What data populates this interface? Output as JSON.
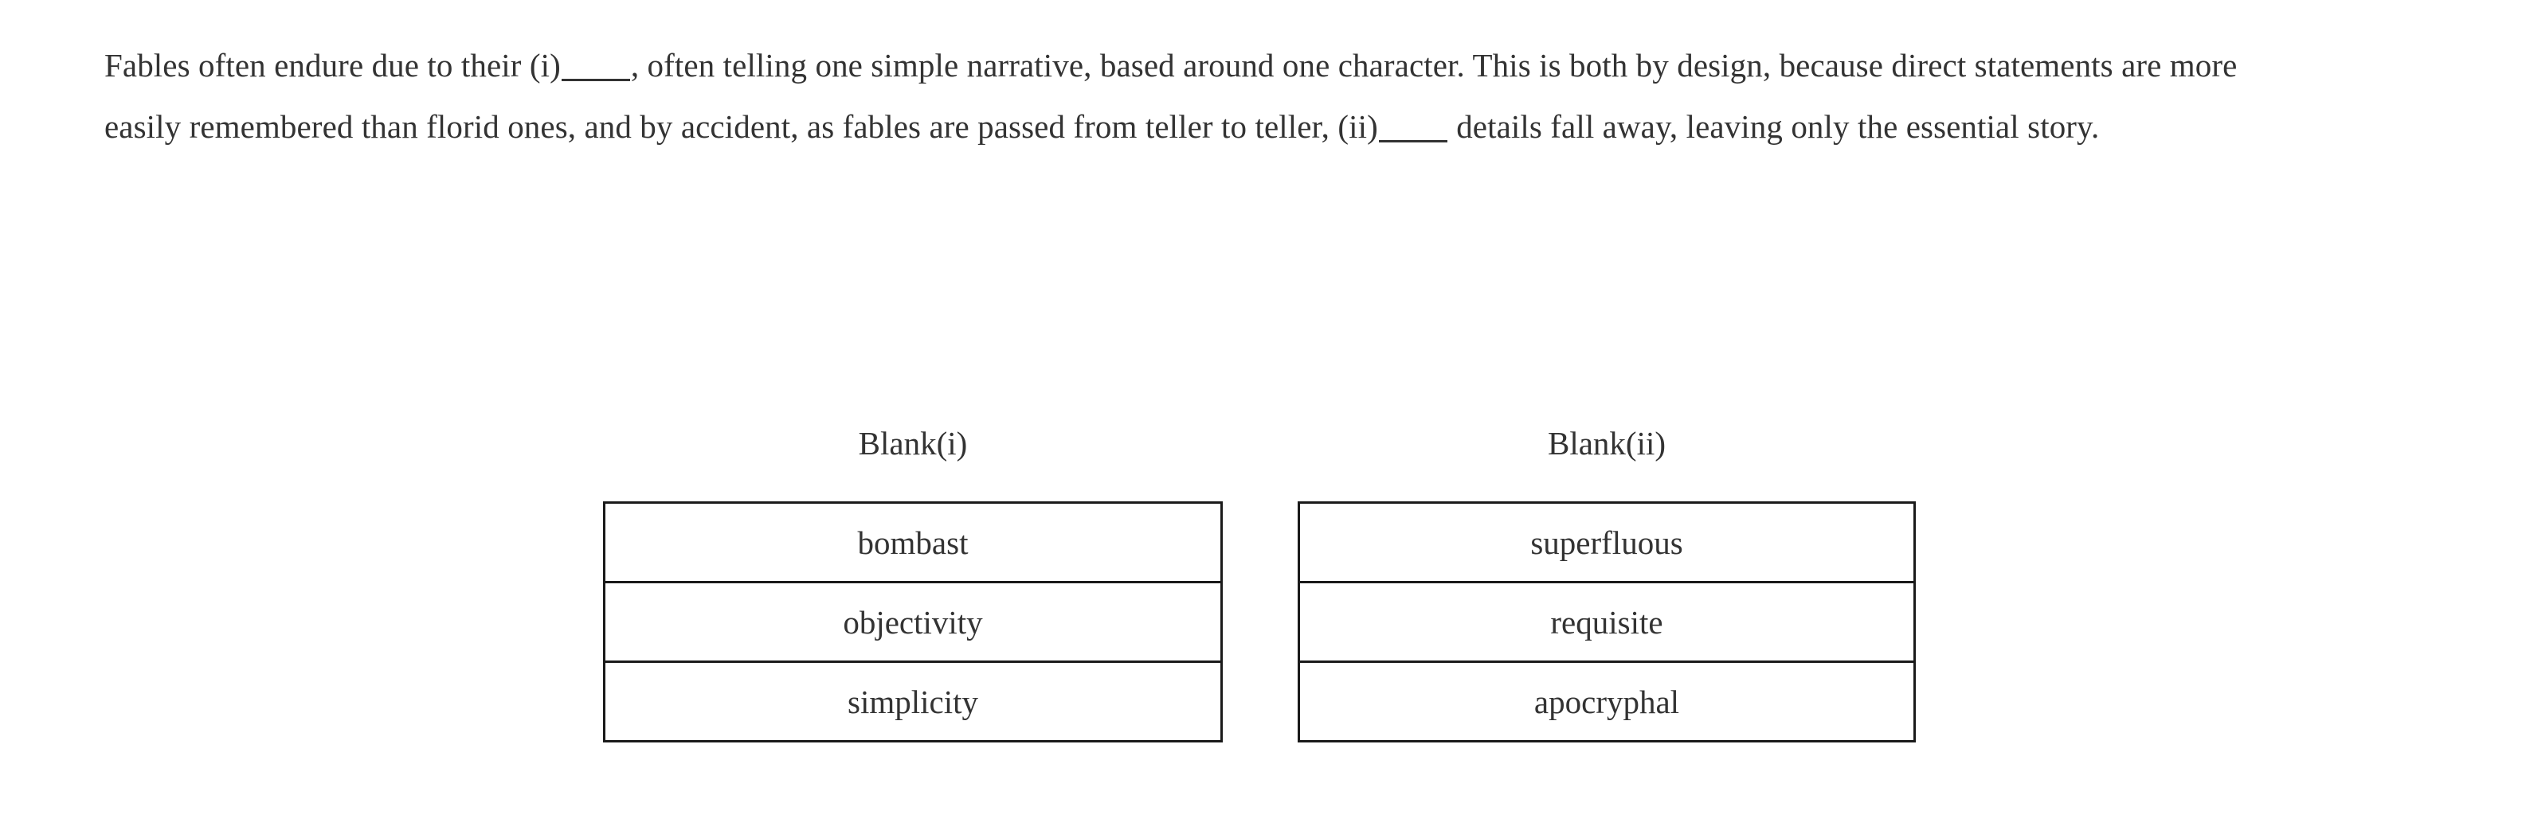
{
  "passage": {
    "segments": [
      {
        "type": "text",
        "value": "Fables often endure due to their (i)"
      },
      {
        "type": "blank",
        "value": "",
        "label": "blank-i-inline"
      },
      {
        "type": "text",
        "value": ", often telling one simple narrative, based around one character. This is both by design, because direct statements are more easily remembered than florid ones, and by accident, as fables are passed from teller to teller, (ii)"
      },
      {
        "type": "blank",
        "value": "",
        "label": "blank-ii-inline"
      },
      {
        "type": "text",
        "value": " details fall away, leaving only the essential story."
      }
    ],
    "full_text": "Fables often endure due to their (i)_____, often telling one simple narrative, based around one character. This is both by design, because direct statements are more easily remembered than florid ones, and by accident, as fables are passed from teller to teller, (ii)_____ details fall away, leaving only the essential story."
  },
  "blanks": [
    {
      "heading": "Blank(i)",
      "options": [
        {
          "text": "bombast"
        },
        {
          "text": "objectivity"
        },
        {
          "text": "simplicity"
        }
      ]
    },
    {
      "heading": "Blank(ii)",
      "options": [
        {
          "text": "superfluous"
        },
        {
          "text": "requisite"
        },
        {
          "text": "apocryphal"
        }
      ]
    }
  ],
  "colors": {
    "text": "#333333",
    "border": "#1a1a1a",
    "background": "#ffffff"
  }
}
